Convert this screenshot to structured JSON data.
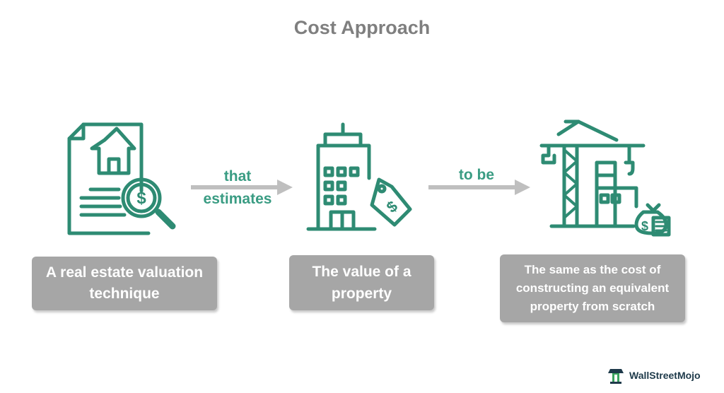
{
  "title": "Cost Approach",
  "steps": [
    {
      "icon": "document-magnifier-dollar-icon",
      "text": "A real estate valuation technique"
    },
    {
      "icon": "building-price-tag-icon",
      "text": "The value of a property"
    },
    {
      "icon": "construction-crane-money-icon",
      "text": "The same as the cost of constructing an equivalent property from scratch"
    }
  ],
  "connectors": [
    {
      "line1": "that",
      "line2": "estimates"
    },
    {
      "line1": "to be"
    }
  ],
  "branding": {
    "name": "WallStreetMojo"
  },
  "colors": {
    "accent": "#2e8b73",
    "connector_text": "#3a9c83",
    "box_fill": "#a6a6a6",
    "arrow": "#bfbfbf",
    "title": "#7f7f7f"
  }
}
